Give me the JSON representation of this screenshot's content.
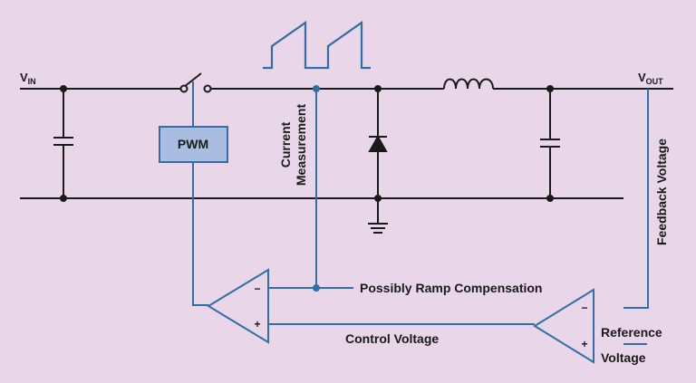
{
  "labels": {
    "vin_main": "V",
    "vin_sub": "IN",
    "vout_main": "V",
    "vout_sub": "OUT",
    "pwm": "PWM",
    "current_measurement_line1": "Current",
    "current_measurement_line2": "Measurement",
    "feedback_voltage": "Feedback Voltage",
    "ramp_compensation": "Possibly Ramp Compensation",
    "control_voltage": "Control Voltage",
    "reference_line1": "Reference",
    "reference_line2": "Voltage",
    "minus_sign": "−",
    "plus_sign": "+"
  },
  "colors": {
    "background": "#ead6e9",
    "power_wire": "#1a1a1a",
    "control_wire": "#2f6fa6",
    "pwm_fill": "#a9bde0",
    "pwm_border": "#2f6fa6",
    "opamp_stroke": "#2f6fa6"
  },
  "icons": [
    "switch-icon",
    "capacitor-icon",
    "diode-icon",
    "inductor-icon",
    "ground-icon",
    "opamp-icon",
    "sawtooth-waveform-icon"
  ]
}
